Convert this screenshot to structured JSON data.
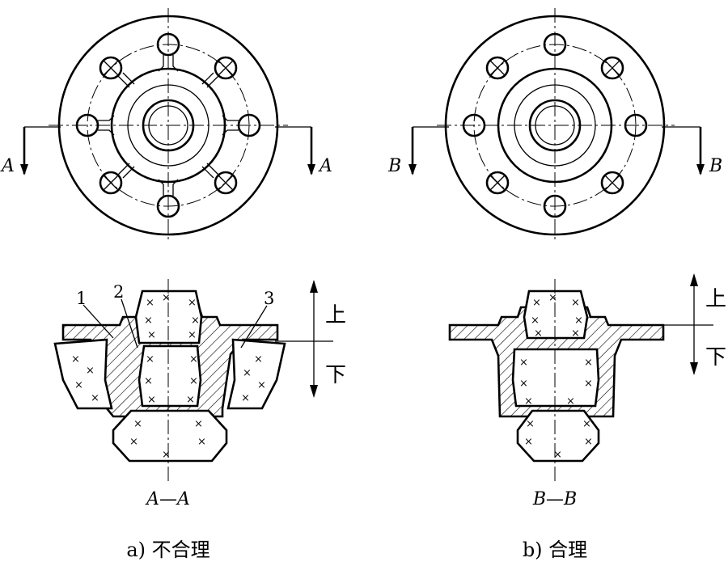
{
  "left": {
    "section_letter": "A",
    "section_title": "A—A",
    "caption": "a) 不合理",
    "part_numbers": [
      "1",
      "2",
      "3"
    ]
  },
  "right": {
    "section_letter": "B",
    "section_title": "B—B",
    "caption": "b) 合理"
  },
  "direction": {
    "up": "上",
    "down": "下"
  }
}
